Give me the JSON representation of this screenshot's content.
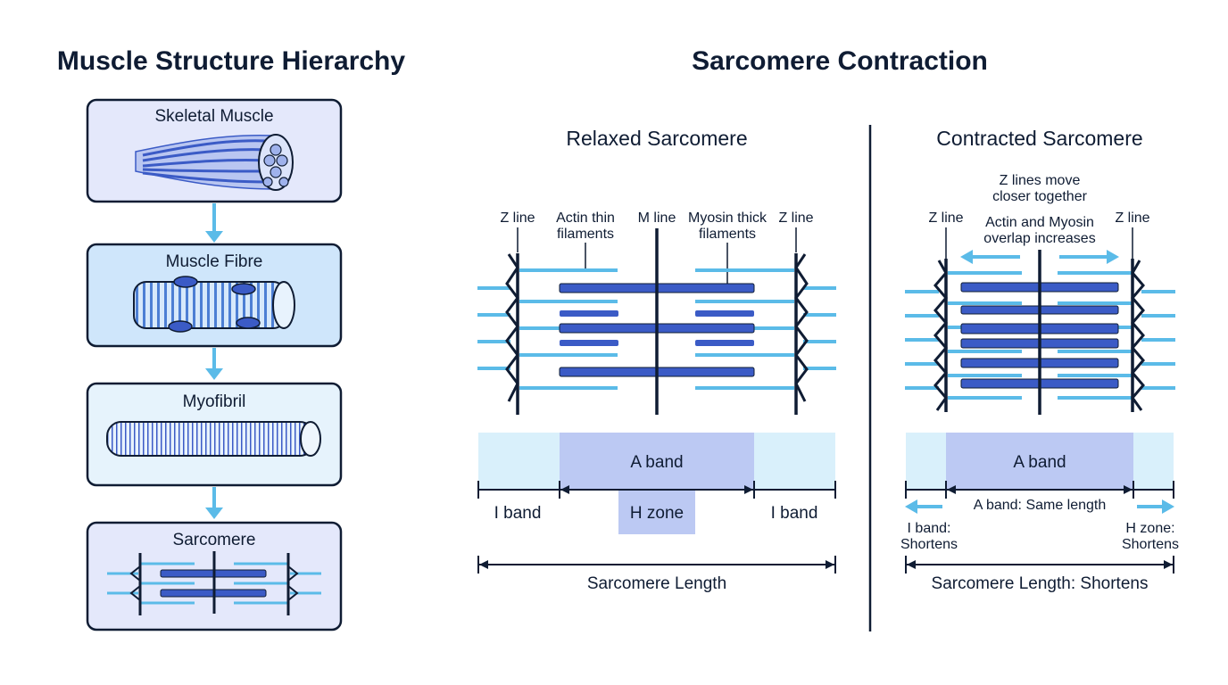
{
  "titles": {
    "hierarchy": "Muscle Structure Hierarchy",
    "contraction": "Sarcomere Contraction"
  },
  "hierarchy": {
    "levels": [
      {
        "label": "Skeletal Muscle"
      },
      {
        "label": "Muscle Fibre"
      },
      {
        "label": "Myofibril"
      },
      {
        "label": "Sarcomere"
      }
    ]
  },
  "relaxed": {
    "title": "Relaxed Sarcomere",
    "labels": {
      "z_line_left": "Z line",
      "actin_1": "Actin thin",
      "actin_2": "filaments",
      "m_line": "M line",
      "myosin_1": "Myosin thick",
      "myosin_2": "filaments",
      "z_line_right": "Z line"
    },
    "bands": {
      "a_band": "A band",
      "i_band_left": "I band",
      "h_zone": "H zone",
      "i_band_right": "I band"
    },
    "length_label": "Sarcomere Length"
  },
  "contracted": {
    "title": "Contracted Sarcomere",
    "labels": {
      "z_move_1": "Z lines move",
      "z_move_2": "closer together",
      "z_line_left": "Z line",
      "overlap_1": "Actin and Myosin",
      "overlap_2": "overlap increases",
      "z_line_right": "Z line"
    },
    "bands": {
      "a_band": "A band",
      "a_band_note": "A band: Same length",
      "i_band_1": "I band:",
      "i_band_2": "Shortens",
      "h_zone_1": "H zone:",
      "h_zone_2": "Shortens"
    },
    "length_label": "Sarcomere Length: Shortens"
  },
  "colors": {
    "dark": "#0f1c33",
    "thick_filament": "#3b5bc6",
    "thin_filament": "#5bbbe8",
    "arrow": "#5bbbe8",
    "box_violet": "#e4e8fb",
    "box_blue": "#cfe6fb",
    "box_light": "#e6f3fc",
    "a_band": "#bcc9f3",
    "i_band": "#d9f0fb"
  }
}
